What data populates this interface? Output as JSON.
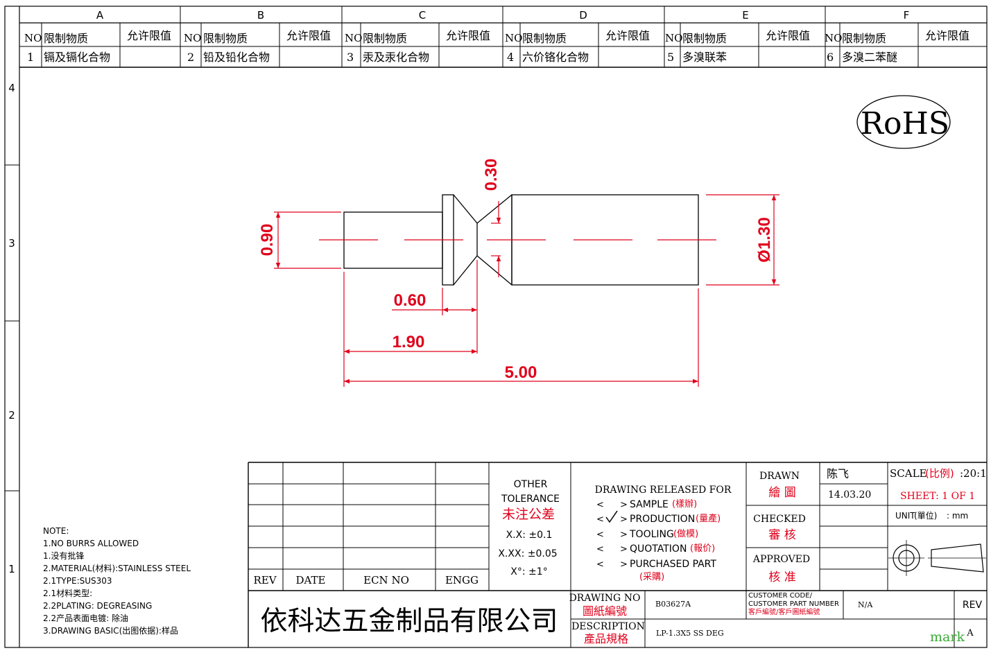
{
  "zones": {
    "columns": [
      "A",
      "B",
      "C",
      "D",
      "E",
      "F"
    ],
    "rows": [
      "4",
      "3",
      "2",
      "1"
    ]
  },
  "substances": {
    "headers": {
      "no": "NO",
      "name": "限制物质",
      "limit": "允许限值"
    },
    "items": [
      {
        "no": "1",
        "name": "镉及镉化合物"
      },
      {
        "no": "2",
        "name": "铅及铅化合物"
      },
      {
        "no": "3",
        "name": "汞及汞化合物"
      },
      {
        "no": "4",
        "name": "六价铬化合物"
      },
      {
        "no": "5",
        "name": "多溴联苯"
      },
      {
        "no": "6",
        "name": "多溴二苯醚"
      }
    ]
  },
  "rohs": "RoHS",
  "dimensions": {
    "d_left": "0.90",
    "gap": "0.30",
    "dia": "Ø1.30",
    "len_a": "0.60",
    "len_b": "1.90",
    "len_total": "5.00"
  },
  "notes": [
    "NOTE:",
    "1.NO BURRS ALLOWED",
    "1.没有批锋",
    "2.MATERIAL(材料):STAINLESS STEEL",
    "2.1TYPE:SUS303",
    "2.1材料类型:",
    "2.2PLATING: DEGREASING",
    "2.2产品表面电镀: 除油",
    "3.DRAWING BASIC(出图依据):样品"
  ],
  "revision_table": {
    "rev": "REV",
    "date": "DATE",
    "ecn": "ECN NO",
    "engg": "ENGG"
  },
  "tolerance": {
    "title1": "OTHER",
    "title2": "TOLERANCE",
    "title_cn": "未注公差",
    "xx": "X.X: ±0.1",
    "xxx": "X.XX: ±0.05",
    "deg": "X°: ±1°"
  },
  "release": {
    "title": "DRAWING RELEASED FOR",
    "items": [
      {
        "en": "SAMPLE",
        "cn": "(樣辦)",
        "checked": false
      },
      {
        "en": "PRODUCTION",
        "cn": "(量產)",
        "checked": true
      },
      {
        "en": "TOOLING",
        "cn": "(做模)",
        "checked": false
      },
      {
        "en": "QUOTATION",
        "cn": "(報价)",
        "checked": false
      },
      {
        "en": "PURCHASED PART",
        "cn": "(采購)",
        "checked": false
      }
    ]
  },
  "signoff": {
    "drawn": "DRAWN",
    "drawn_cn": "繪 圖",
    "drawer": "陈飞",
    "date": "14.03.20",
    "checked": "CHECKED",
    "checked_cn": "審 核",
    "approved": "APPROVED",
    "approved_cn": "核 准"
  },
  "scale": {
    "label": "SCALE",
    "label_cn": "(比例)",
    "value": ":20:1"
  },
  "sheet": "SHEET:  1 OF 1",
  "unit": {
    "label": "UNIT",
    "label_cn": "(單位)",
    "value": ":  mm"
  },
  "company": "依科达五金制品有限公司",
  "drawing_no": {
    "label": "DRAWING NO",
    "label_cn": "圖紙編號",
    "value": "B03627A"
  },
  "customer": {
    "label1": "CUSTOMER CODE/",
    "label2": "CUSTOMER PART NUMBER",
    "label_cn": "客戶編號/客戶圖紙編號",
    "value": "N/A"
  },
  "rev_label": "REV",
  "description": {
    "label": "DESCRIPTION",
    "label_cn": "產品規格",
    "value": "LP-1.3X5 SS DEG"
  },
  "rev_value": "A",
  "watermark": "mark",
  "colors": {
    "line": "#000000",
    "dimension": "#e0001b",
    "watermark": "#3aaa35"
  }
}
